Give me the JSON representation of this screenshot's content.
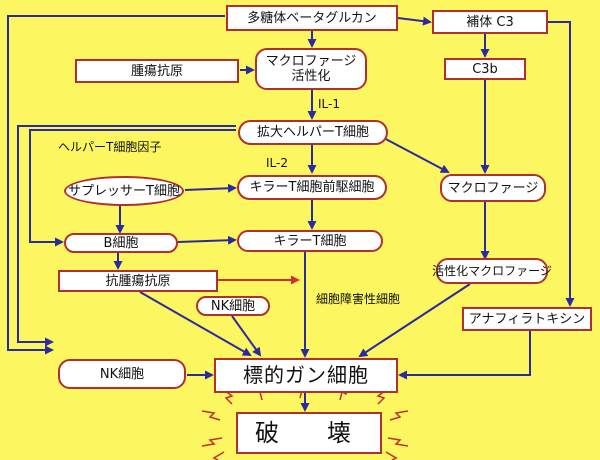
{
  "nodes": {
    "beta_glucan": "多糖体ベータグルカン",
    "complement_c3": "補体 C3",
    "tumor_antigen": "腫瘍抗原",
    "macrophage_activation": "マクロファージ\n活性化",
    "c3b": "C3b",
    "expanded_helper_t": "拡大ヘルパーT細胞",
    "suppressor_t": "サプレッサーT細胞",
    "killer_t_precursor": "キラーT細胞前駆細胞",
    "macrophage": "マクロファージ",
    "b_cell": "B細胞",
    "killer_t": "キラーT細胞",
    "anti_tumor_antigen": "抗腫瘍抗原",
    "activated_macrophage": "活性化マクロファージ",
    "nk_cell_small": "NK細胞",
    "anaphylatoxin": "アナフィラトキシン",
    "nk_cell": "NK細胞",
    "target_cancer_cell": "標的ガン細胞",
    "destruction": "破　壊"
  },
  "labels": {
    "il1": "IL-1",
    "il2": "IL-2",
    "helper_t_factor": "ヘルパーT細胞因子",
    "cytotoxic_factor": "細胞障害性細胞"
  },
  "colors": {
    "background": "#fcf660",
    "arrow": "#2b2ba0",
    "red_arrow": "#d23030",
    "box_border": "#b03030",
    "burst": "#c0302a"
  }
}
